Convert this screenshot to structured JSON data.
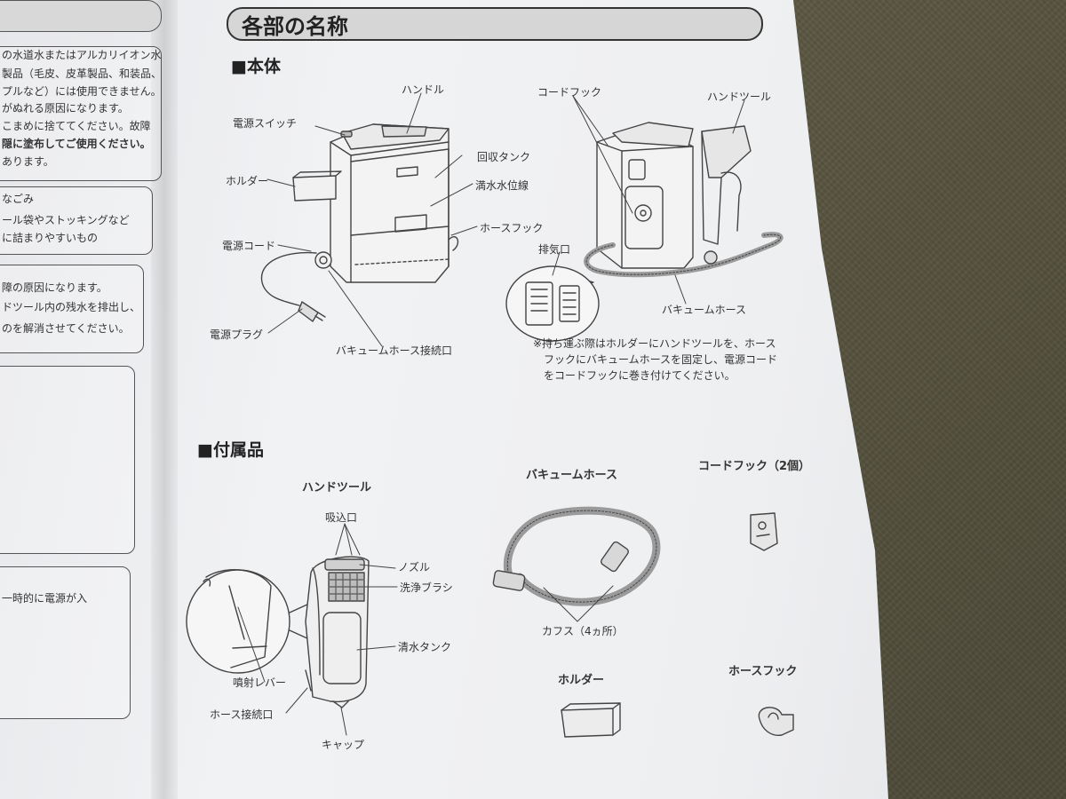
{
  "page_title": "各部の名称",
  "left_column": {
    "block1": [
      "の水道水またはアルカリイオン水",
      "製品（毛皮、皮革製品、和装品、",
      "プルなど）には使用できません。",
      "がぬれる原因になります。",
      "こまめに捨ててください。故障",
      "隠に塗布してご使用ください。",
      "あります。"
    ],
    "block2": [
      "なごみ",
      "ール袋やストッキングなど",
      "に詰まりやすいもの"
    ],
    "block3": [
      "障の原因になります。",
      "ドツール内の残水を排出し、",
      "のを解消させてください。"
    ],
    "block4": [
      "一時的に電源が入"
    ]
  },
  "main_body": {
    "heading": "■本体",
    "front_labels": {
      "handle": "ハンドル",
      "power_switch": "電源スイッチ",
      "holder": "ホルダー",
      "power_cord": "電源コード",
      "power_plug": "電源プラグ",
      "recovery_tank": "回収タンク",
      "full_water_line": "満水水位線",
      "hose_hook": "ホースフック",
      "vacuum_hose_port": "バキュームホース接続口"
    },
    "back_labels": {
      "cord_hook": "コードフック",
      "hand_tool": "ハンドツール",
      "exhaust": "排気口",
      "vacuum_hose": "バキュームホース"
    },
    "note_lines": [
      "※持ち運ぶ際はホルダーにハンドツールを、ホース",
      "フックにバキュームホースを固定し、電源コード",
      "をコードフックに巻き付けてください。"
    ]
  },
  "accessories": {
    "heading": "■付属品",
    "hand_tool": {
      "title": "ハンドツール",
      "intake": "吸込口",
      "nozzle": "ノズル",
      "brush": "洗浄ブラシ",
      "clean_tank": "清水タンク",
      "spray_lever": "噴射レバー",
      "hose_port": "ホース接続口",
      "cap": "キャップ"
    },
    "vacuum_hose": {
      "title": "バキュームホース",
      "cuffs": "カフス（4ヵ所）"
    },
    "cord_hook": {
      "title": "コードフック（2個）"
    },
    "holder": {
      "title": "ホルダー"
    },
    "hose_hook": {
      "title": "ホースフック"
    }
  }
}
